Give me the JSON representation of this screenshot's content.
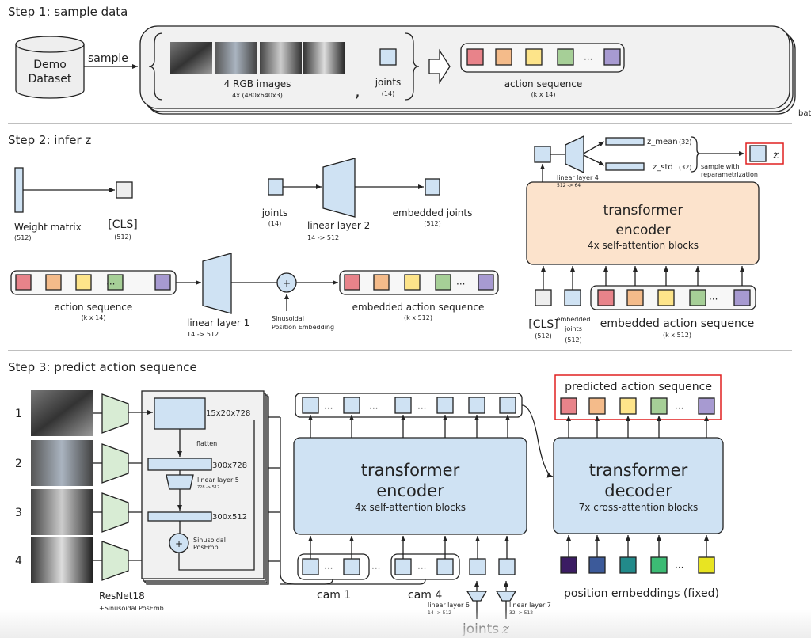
{
  "colors": {
    "seq": [
      "#e8838a",
      "#f4bb8a",
      "#fde48a",
      "#a6cf97",
      "#a79ad1"
    ],
    "posemb": [
      "#3b1c63",
      "#3c5a9a",
      "#228a8a",
      "#3cbb74",
      "#e8e422"
    ],
    "token": "#cfe2f3",
    "cls": "#eeeeee",
    "encoder_orange": "#fce3cc",
    "encoder_blue": "#cfe2f3",
    "cnn": "#d8ecd4",
    "highlight": "#e02020"
  },
  "step1": {
    "title": "Step 1: sample data",
    "dataset_top": "Demo",
    "dataset_bottom": "Dataset",
    "sample_label": "sample",
    "images_label": "4 RGB images",
    "images_sub": "4x (480x640x3)",
    "comma": ",",
    "joints_label": "joints",
    "joints_sub": "(14)",
    "action_label": "action sequence",
    "action_sub": "(k x 14)",
    "batch_label": "batch size",
    "dots": "···"
  },
  "step2": {
    "title": "Step 2: infer z",
    "weight_label": "Weight matrix",
    "weight_sub": "(512)",
    "cls_label": "[CLS]",
    "cls_sub": "(512)",
    "joints_label": "joints",
    "joints_sub": "(14)",
    "linear2_label": "linear layer 2",
    "linear2_sub": "14 -> 512",
    "emb_joints_label": "embedded joints",
    "emb_joints_sub": "(512)",
    "action_label": "action sequence",
    "action_sub": "(k x 14)",
    "linear1_label": "linear layer 1",
    "linear1_sub": "14 -> 512",
    "plus": "+",
    "sinus_line1": "Sinusoidal",
    "sinus_line2": "Position Embedding",
    "emb_action_label": "embedded action sequence",
    "emb_action_sub": "(k x 512)",
    "linear4_label": "linear layer 4",
    "linear4_sub": "512 -> 64",
    "z_mean_label": "z_mean",
    "z_mean_sub": "(32)",
    "z_std_label": "z_std",
    "z_std_sub": "(32)",
    "sample_line1": "sample with",
    "sample_line2": "reparametrization",
    "z_symbol": "z",
    "encoder_title1": "transformer",
    "encoder_title2": "encoder",
    "encoder_sub": "4x self-attention blocks",
    "in_cls_label": "[CLS]",
    "in_cls_sub": "(512)",
    "in_joints_line1": "embedded",
    "in_joints_line2": "joints",
    "in_joints_sub": "(512)",
    "in_action_label": "embedded action sequence",
    "in_action_sub": "(k x 512)",
    "dots": "···"
  },
  "step3": {
    "title": "Step 3: predict action sequence",
    "cam_numbers": [
      "1",
      "2",
      "3",
      "4"
    ],
    "feat_label": "15x20x728",
    "flatten_label": "flatten",
    "flat_label": "300x728",
    "linear5_label": "linear layer 5",
    "linear5_sub": "728 -> 512",
    "proj_label": "300x512",
    "plus": "+",
    "posemb_line1": "Sinusoidal",
    "posemb_line2": "PosEmb",
    "backbone_label": "ResNet18",
    "backbone_sub": "+Sinusoidal PosEmb",
    "encoder_title1": "transformer",
    "encoder_title2": "encoder",
    "encoder_sub": "4x self-attention blocks",
    "cam1_label": "cam 1",
    "cam4_label": "cam 4",
    "linear6_label": "linear layer 6",
    "linear6_sub": "14 -> 512",
    "linear7_label": "linear layer 7",
    "linear7_sub": "32 -> 512",
    "joints_label": "joints",
    "z_symbol": "z",
    "decoder_title1": "transformer",
    "decoder_title2": "decoder",
    "decoder_sub": "7x cross-attention blocks",
    "pred_label": "predicted action sequence",
    "posemb_fixed_label": "position embeddings (fixed)",
    "dots": "···"
  }
}
